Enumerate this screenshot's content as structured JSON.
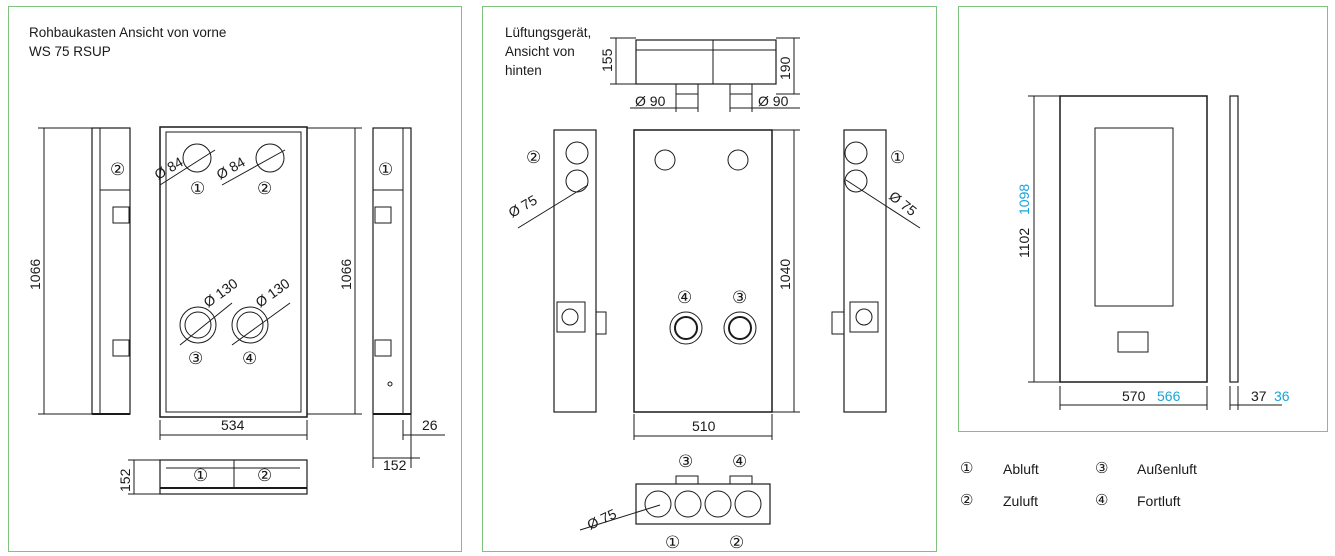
{
  "panel1": {
    "title_line1": "Rohbaukasten Ansicht von vorne",
    "title_line2": "WS 75 RSUP",
    "dim_height_left": "1066",
    "dim_height_right": "1066",
    "dim_width": "534",
    "dim_depth_small": "26",
    "dim_depth": "152",
    "dim_bottom_height": "152",
    "dia_84_a": "Ø 84",
    "dia_84_b": "Ø 84",
    "dia_130_a": "Ø 130",
    "dia_130_b": "Ø 130"
  },
  "panel2": {
    "title_line1": "Lüftungsgerät,",
    "title_line2": "Ansicht von",
    "title_line3": "hinten",
    "dim_155": "155",
    "dim_190": "190",
    "dia_90_left": "Ø 90",
    "dia_90_right": "Ø 90",
    "dia_75_left": "Ø 75",
    "dia_75_right": "Ø 75",
    "dia_75_bottom": "Ø 75",
    "dim_height": "1040",
    "dim_width": "510"
  },
  "panel3": {
    "dim_height_outer": "1102",
    "dim_height_inner": "1098",
    "dim_width_outer": "570",
    "dim_width_inner": "566",
    "dim_depth_outer": "37",
    "dim_depth_inner": "36",
    "accent_color": "#1aa3d9"
  },
  "markers": {
    "one": "①",
    "two": "②",
    "three": "③",
    "four": "④"
  },
  "legend": [
    {
      "num": "①",
      "label": "Abluft"
    },
    {
      "num": "②",
      "label": "Zuluft"
    },
    {
      "num": "③",
      "label": "Außenluft"
    },
    {
      "num": "④",
      "label": "Fortluft"
    }
  ],
  "colors": {
    "frame_green": "#7fc27f",
    "line": "#1a1a1a",
    "accent_blue": "#1aa3d9"
  }
}
